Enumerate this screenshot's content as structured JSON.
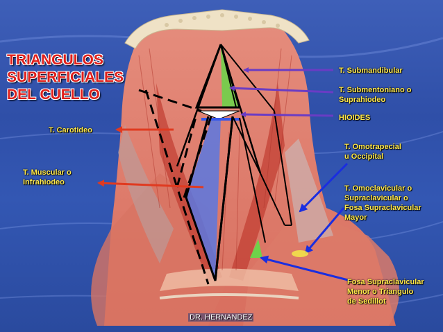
{
  "title": {
    "line1": "TRIANGULOS",
    "line2": "SUPERFICIALES",
    "line3": "DEL CUELLO"
  },
  "labels": {
    "submandibular": "T. Submandibular",
    "submentoniano_1": "T. Submentoniano o",
    "submentoniano_2": "Suprahiodeo",
    "hioides": "HIOIDES",
    "carotideo": "T. Carotideo",
    "omotrapecial_1": "T. Omotrapecial",
    "omotrapecial_2": "u Occipital",
    "muscular_1": "T. Muscular o",
    "muscular_2": "Infrahiodeo",
    "omoclavicular_1": "T. Omoclavicular o",
    "omoclavicular_2": "Supraclavicular o",
    "omoclavicular_3": "Fosa Supraclavicular",
    "omoclavicular_4": "Mayor",
    "fosa_menor_1": "Fosa Supraclavicular",
    "fosa_menor_2": "Menor o Triangulo",
    "fosa_menor_3": "de Sedillot"
  },
  "credit": "DR. HERNANDEZ",
  "colors": {
    "title": "#e0201c",
    "label_text": "#ffe84a",
    "arrow_purple": "#6a3cc4",
    "arrow_red": "#e03a20",
    "arrow_blue": "#1a2ee0",
    "triangle_green": "#6fd24a",
    "triangle_blue": "#5a78e0"
  }
}
